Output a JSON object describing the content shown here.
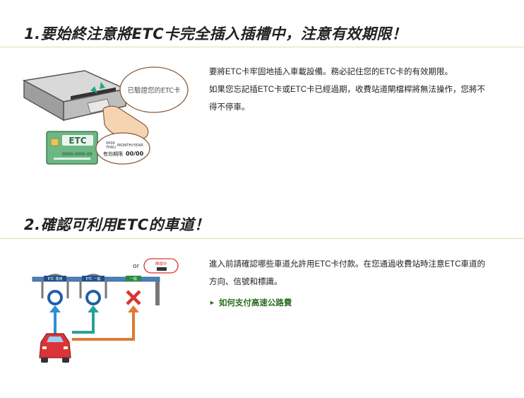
{
  "section1": {
    "heading": "1.要始終注意將ETC卡完全插入插槽中，注意有效期限！",
    "line1": "要將ETC卡牢固地插入車載設備。務必記住您的ETC卡的有效期限。",
    "line2": "如果您忘記插ETC卡或ETC卡已經過期，收費站道閘檔桿將無法操作，您將不",
    "line3": "得不停車。",
    "illustration": {
      "bubble_text": "已驗證您的ETC卡",
      "card_logo": "ETC",
      "card_number": "0000-0000-00",
      "card_month_year": "MONTH/YEAR",
      "card_thru_code": "0000",
      "card_thru": "THRU",
      "card_expiry_label": "有効期限",
      "card_expiry_value": "00/00"
    }
  },
  "section2": {
    "heading": "2.確認可利用ETC的車道！",
    "line1": "進入前請確認哪些車道允許用ETC卡付款。在您通過收費站時注意ETC車道的",
    "line2": "方向、信號和標識。",
    "link_text": "如何支付高速公路費",
    "illustration": {
      "or_text": "or",
      "sign_text": "隊旗中",
      "lane1_sign": "ETC 専用",
      "lane2_sign": "ETC 一般",
      "lane3_sign": "一般"
    }
  },
  "colors": {
    "rule": "#cfe3b6",
    "link": "#2a6e1e",
    "lane_blue": "#1f5fa8",
    "cross_red": "#d9342b",
    "arrow_blue": "#2a8fd6",
    "arrow_teal": "#2aa198",
    "arrow_orange": "#e07a32",
    "car_red": "#d8343a"
  }
}
